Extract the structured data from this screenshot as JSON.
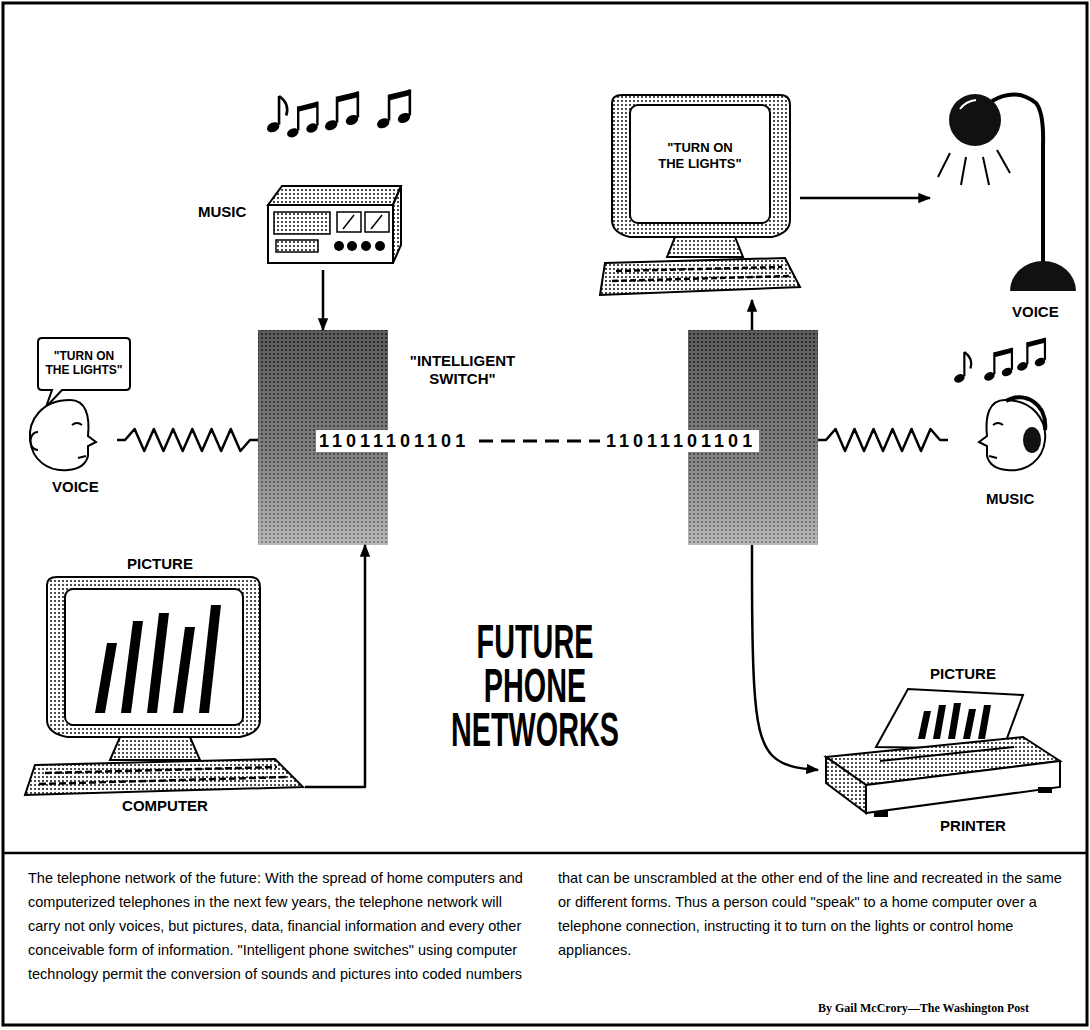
{
  "diagram": {
    "title": "FUTURE PHONE NETWORKS",
    "caption": "The telephone network of the future: With the spread of home computers and computerized telephones in the next few years, the telephone network will carry not only voices, but pictures, data, financial information and every other conceivable form of information. \"Intelligent phone switches\" using computer technology permit the conversion of sounds and pictures into coded numbers that can be unscrambled at the other end of the line and recreated in the same or different forms. Thus a person could \"speak\" to a home computer over a telephone connection, instructing it to turn on the lights or control home appliances.",
    "nodes": [
      {
        "text": [
          "MUSIC"
        ]
      },
      {
        "text": [
          "\"TURN ON THE LIGHTS\""
        ]
      },
      {
        "text": [
          "VOICE"
        ]
      },
      {
        "text": [
          "\"INTELLIGENT SWITCH\"",
          "11011101101"
        ]
      },
      {
        "text": [
          "\"TURN ON THE LIGHTS\""
        ]
      },
      {
        "text": [
          "VOICE"
        ]
      },
      {
        "text": [
          "11011101101"
        ]
      },
      {
        "text": [
          "MUSIC"
        ]
      },
      {
        "text": [
          "PICTURE",
          "COMPUTER"
        ]
      },
      {
        "text": [
          "PICTURE",
          "PRINTER"
        ]
      }
    ],
    "edges": [
      {
        "from": 0,
        "to": 3,
        "arrow": "to"
      },
      {
        "from": 2,
        "to": 3,
        "arrow": "none"
      },
      {
        "from": 3,
        "to": 6,
        "arrow": "none"
      },
      {
        "from": 8,
        "to": 3,
        "arrow": "to"
      },
      {
        "from": 6,
        "to": 4,
        "arrow": "to"
      },
      {
        "from": 4,
        "to": 5,
        "arrow": "to"
      },
      {
        "from": 6,
        "to": 7,
        "arrow": "none"
      },
      {
        "from": 6,
        "to": 9,
        "arrow": "to"
      }
    ],
    "labels": [
      "By Gail McCrory—The Washington Post"
    ]
  }
}
